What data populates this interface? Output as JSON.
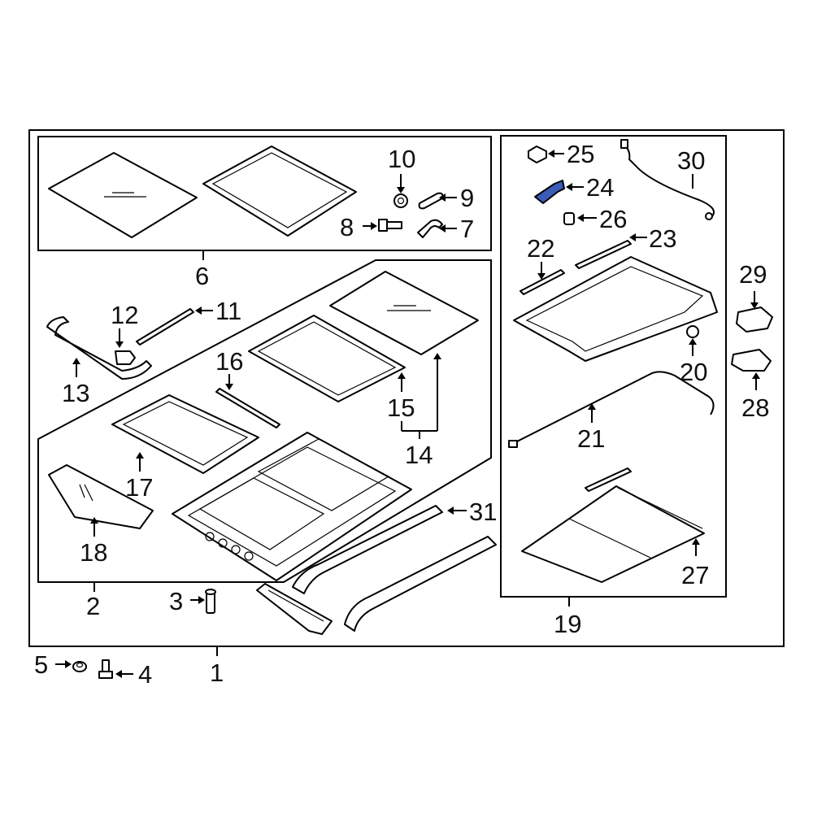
{
  "callouts": {
    "c1": "1",
    "c2": "2",
    "c3": "3",
    "c4": "4",
    "c5": "5",
    "c6": "6",
    "c7": "7",
    "c8": "8",
    "c9": "9",
    "c10": "10",
    "c11": "11",
    "c12": "12",
    "c13": "13",
    "c14": "14",
    "c15": "15",
    "c16": "16",
    "c17": "17",
    "c18": "18",
    "c19": "19",
    "c20": "20",
    "c21": "21",
    "c22": "22",
    "c23": "23",
    "c24": "24",
    "c25": "25",
    "c26": "26",
    "c27": "27",
    "c28": "28",
    "c29": "29",
    "c30": "30",
    "c31": "31"
  },
  "colors": {
    "highlighted_part": "#3a5bb8",
    "line": "#000000",
    "background": "#ffffff"
  },
  "highlighted_callout": "24"
}
